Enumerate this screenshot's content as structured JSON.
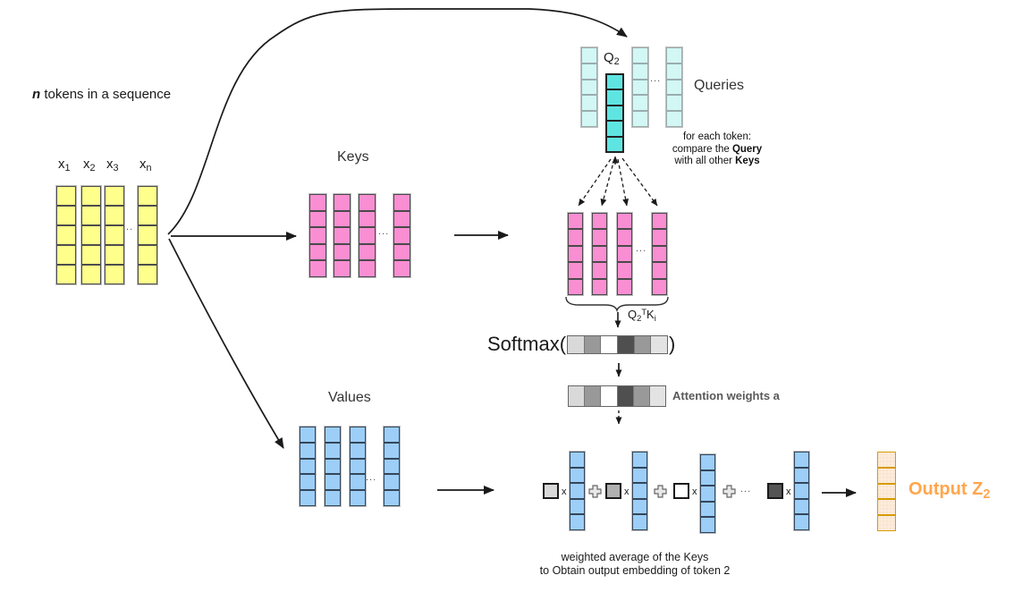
{
  "colors": {
    "token_fill": "#FFFF8C",
    "token_border": "#4D4D4D",
    "key_fill": "#FA8ED2",
    "key_border": "#4A4A4A",
    "value_fill": "#9CCEF8",
    "value_border": "#34465A",
    "query_fill": "#D2F7F4",
    "query_active_fill": "#5FE5E1",
    "output_fill": "#FCEBDC",
    "output_border": "#D79B00",
    "output_text": "#FFA64D",
    "attention_text": "#595959",
    "weight_shades": [
      "#D8D8D8",
      "#B0B0B0",
      "#FFFFFF",
      "#555555"
    ],
    "bar_segments": [
      "#D9D9D9",
      "#999999",
      "#FFFFFF",
      "#4F4F4F",
      "#999999",
      "#E3E3E3"
    ]
  },
  "tokens": {
    "caption_bold": "n",
    "caption_rest": " tokens in a sequence",
    "labels": [
      {
        "base": "x",
        "sub": "1"
      },
      {
        "base": "x",
        "sub": "2"
      },
      {
        "base": "x",
        "sub": "3"
      },
      {
        "base": "x",
        "sub": "n"
      }
    ]
  },
  "ellipsis": "...",
  "keys": {
    "label": "Keys"
  },
  "values": {
    "label": "Values"
  },
  "queries": {
    "label": "Queries",
    "q2_base": "Q",
    "q2_sub": "2",
    "note_line1": "for each token:",
    "note_line2_pre": "compare the ",
    "note_line2_bold": "Query",
    "note_line3_pre": "with all other ",
    "note_line3_bold": "Keys"
  },
  "formula": {
    "q": "Q",
    "q_sub": "2",
    "sup": "T",
    "k": "K",
    "k_sub": "i"
  },
  "softmax": {
    "open": "Softmax(",
    "close": ")"
  },
  "attention": {
    "label": "Attention weights a"
  },
  "weighted_sum": {
    "times": "x"
  },
  "output": {
    "label_pre": "Output Z",
    "label_sub": "2"
  },
  "caption": {
    "line1": "weighted average of the Keys",
    "line2": "to Obtain output embedding of token 2"
  }
}
